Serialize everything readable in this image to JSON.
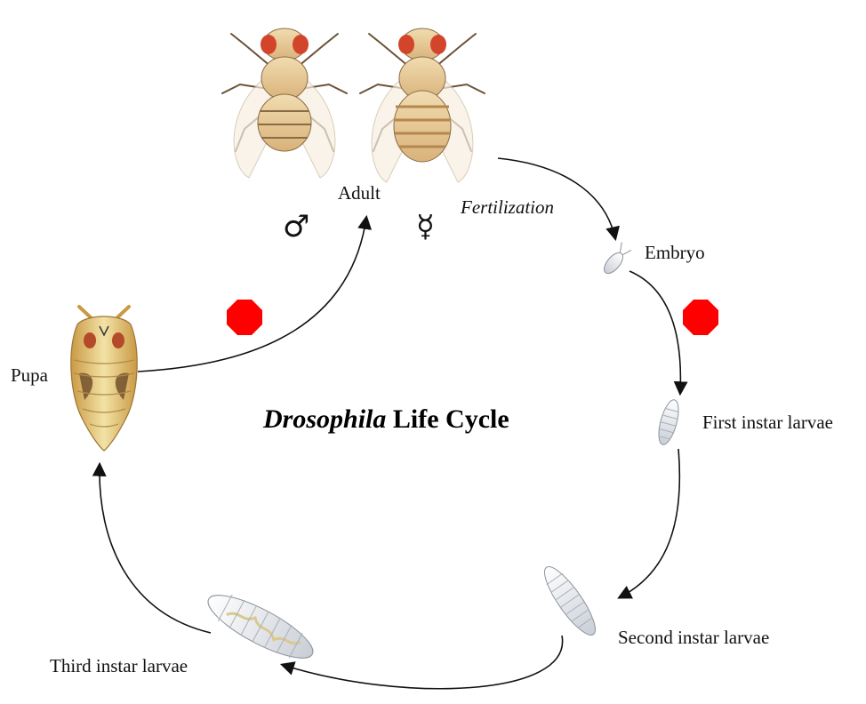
{
  "diagram": {
    "title_italic": "Drosophila",
    "title_rest": "Life Cycle",
    "stages": {
      "adult": "Adult",
      "embryo": "Embryo",
      "first": "First instar larvae",
      "second": "Second instar larvae",
      "third": "Third instar larvae",
      "pupa": "Pupa"
    },
    "fertilization": "Fertilization",
    "male_symbol": "♂",
    "female_symbol": "☿",
    "colors": {
      "arrow": "#111111",
      "stop_marker": "#ff0000",
      "fly_body": "#e8c98f",
      "fly_eye": "#d2452a",
      "pupa_body": "#e9d08a",
      "larva_body": "#eef0f2"
    },
    "icons": [
      "fly-male-icon",
      "fly-female-icon",
      "embryo-icon",
      "larva-first-icon",
      "larva-second-icon",
      "larva-third-icon",
      "pupa-icon",
      "stop-octagon-icon"
    ]
  }
}
